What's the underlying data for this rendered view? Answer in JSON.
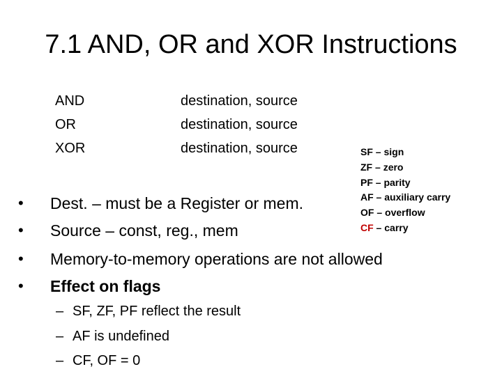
{
  "title": "7.1 AND, OR and XOR Instructions",
  "instructions": {
    "names": [
      "AND",
      "OR",
      "XOR"
    ],
    "operands": [
      "destination, source",
      "destination, source",
      "destination, source"
    ]
  },
  "flags": [
    {
      "code": "SF",
      "sep": " – ",
      "desc": "sign"
    },
    {
      "code": "ZF",
      "sep": " – ",
      "desc": "zero"
    },
    {
      "code": "PF",
      "sep": " – ",
      "desc": "parity"
    },
    {
      "code": "AF",
      "sep": " – ",
      "desc": "auxiliary carry"
    },
    {
      "code": "OF",
      "sep": " – ",
      "desc": "overflow"
    },
    {
      "code": "CF",
      "sep": " – ",
      "desc": "carry"
    }
  ],
  "bullet_marker": "•",
  "bullets": [
    "Dest. – must be a Register or mem.",
    "Source – const, reg., mem",
    "Memory-to-memory operations are not allowed",
    "Effect on flags"
  ],
  "sub_marker": "–",
  "sub_bullets": [
    "SF, ZF, PF reflect the result",
    "AF is undefined",
    "CF, OF = 0"
  ],
  "colors": {
    "highlight": "#c00000",
    "text": "#000000",
    "background": "#ffffff"
  }
}
